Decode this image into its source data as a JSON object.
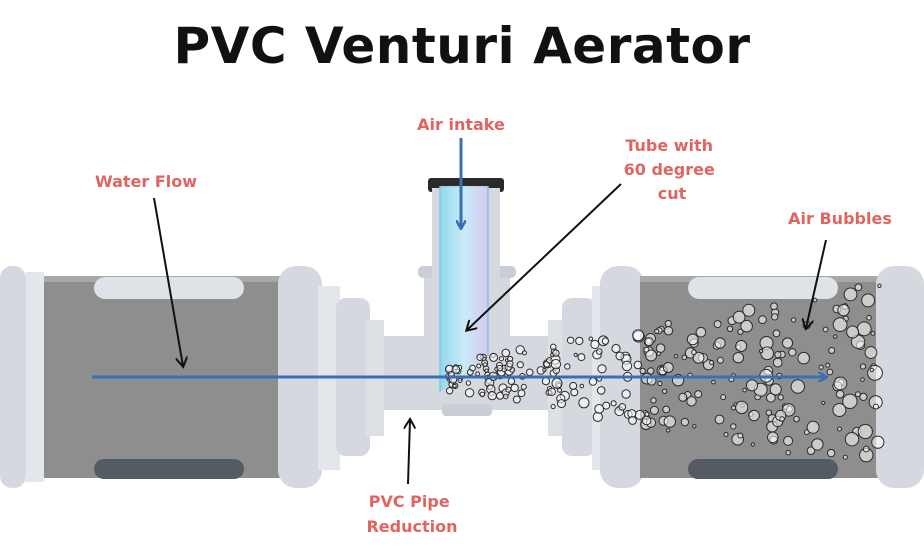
{
  "title": "PVC Venturi Aerator",
  "labels": {
    "air_intake": "Air intake",
    "tube_cut": [
      "Tube with",
      "60 degree",
      "cut"
    ],
    "water_flow": "Water Flow",
    "air_bubbles": "Air Bubbles",
    "pipe_reduction": [
      "PVC Pipe",
      "Reduction"
    ]
  },
  "colors": {
    "title": "#111111",
    "label": "#e0645f",
    "flow_arrow": "#3b6eb4",
    "pipe_body": "#8e8e8e",
    "fitting": "#d5d9df",
    "air_tube": "#a6e0f2"
  }
}
